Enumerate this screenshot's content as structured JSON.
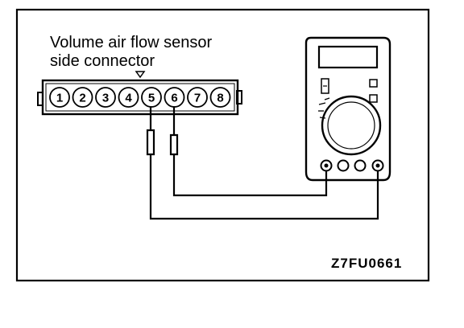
{
  "diagram": {
    "title_line1": "Volume air flow sensor",
    "title_line2": "side connector",
    "figure_code": "Z7FU0661",
    "connector": {
      "pins": [
        "1",
        "2",
        "3",
        "4",
        "5",
        "6",
        "7",
        "8"
      ],
      "probed_pins": [
        "5",
        "6"
      ]
    },
    "multimeter": {
      "display_value": ""
    }
  }
}
